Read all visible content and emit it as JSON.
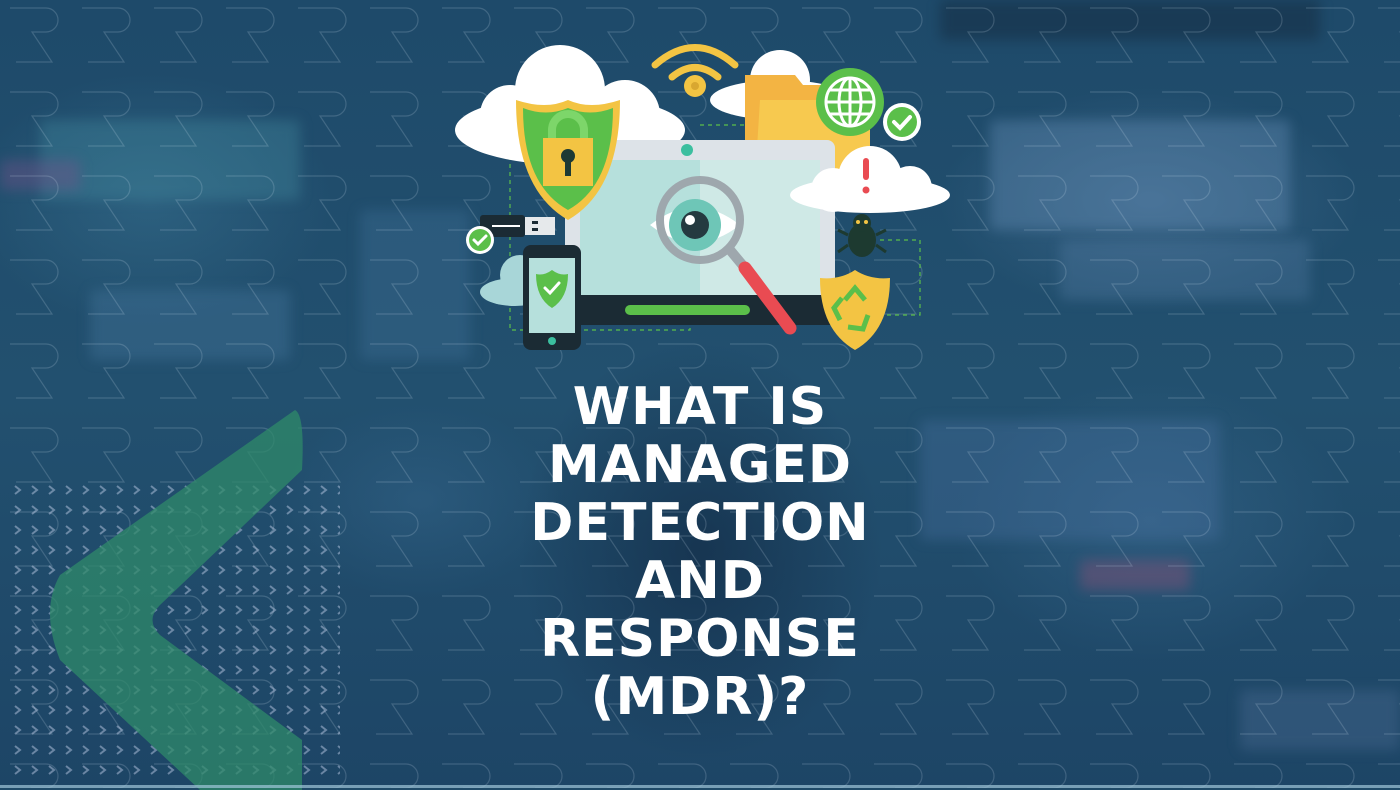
{
  "title": {
    "lines": [
      "WHAT IS",
      "MANAGED",
      "DETECTION",
      "AND",
      "RESPONSE",
      "(MDR)?"
    ]
  },
  "illustration": {
    "elements": [
      "cloud-icon",
      "wifi-icon",
      "folder-icon",
      "globe-icon",
      "check-badge-icon",
      "padlock-shield-icon",
      "laptop-icon",
      "eye-icon",
      "magnifier-icon",
      "alert-cloud-icon",
      "bug-icon",
      "recycle-shield-icon",
      "usb-icon",
      "smartphone-shield-icon"
    ]
  },
  "colors": {
    "background": "#1f4a68",
    "accent_green": "#5bbf4a",
    "accent_yellow": "#f3c443",
    "alert_red": "#e94b52",
    "logo_green": "#2f8a6a",
    "text": "#ffffff"
  }
}
